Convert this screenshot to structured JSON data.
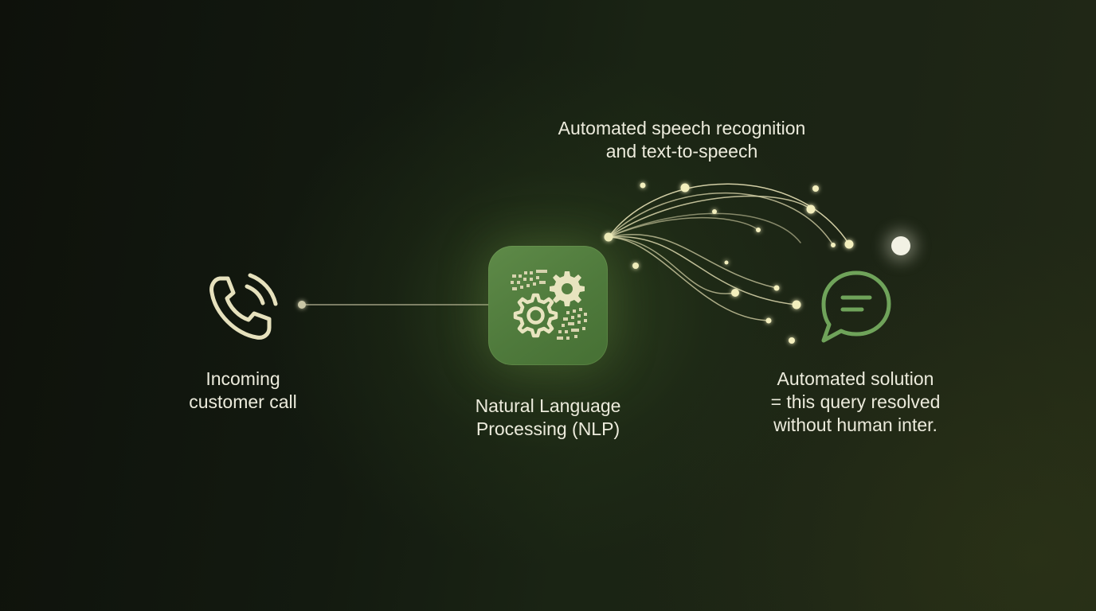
{
  "nodes": {
    "call": {
      "label": "Incoming\ncustomer call",
      "icon": "phone-ringing-icon"
    },
    "nlp": {
      "label": "Natural Language\nProcessing (NLP)",
      "icon": "gears-data-icon"
    },
    "speech": {
      "label": "Automated speech recognition\nand text-to-speech"
    },
    "solution": {
      "label": "Automated solution\n= this query resolved\nwithout human inter.",
      "icon": "chat-bubble-icon"
    }
  },
  "colors": {
    "background": "#141a10",
    "accent_green": "#6fa35a",
    "nlp_box": "#557f40",
    "line": "#d9d5b0",
    "glow": "#f4f0c4",
    "text": "#ecebdc"
  }
}
